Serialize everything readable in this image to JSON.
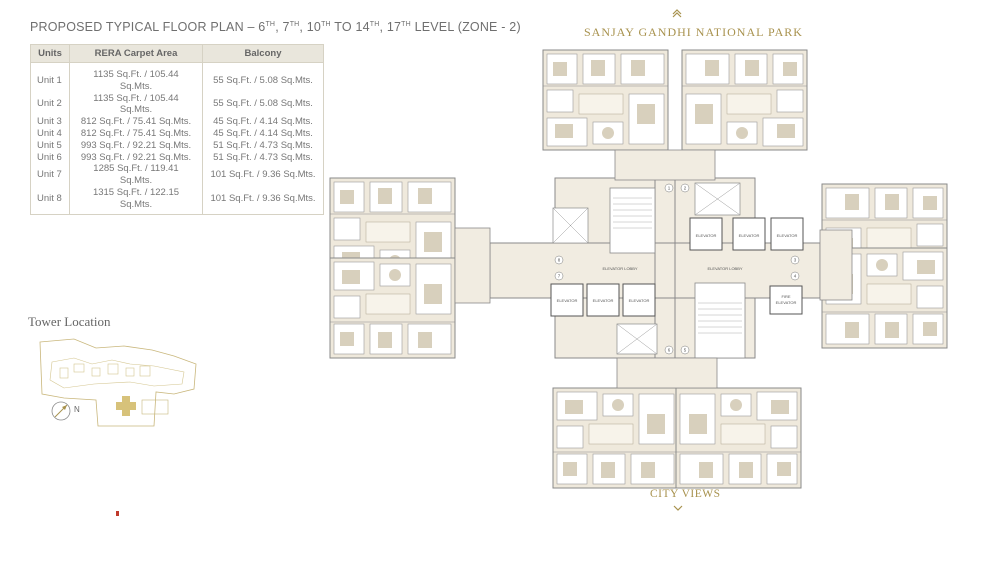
{
  "title": {
    "prefix": "PROPOSED TYPICAL FLOOR PLAN – 6",
    "sup1": "TH",
    "part2": ", 7",
    "sup2": "TH",
    "part3": ", 10",
    "sup3": "TH",
    "part4": " TO 14",
    "sup4": "TH",
    "part5": ", 17",
    "sup5": "TH",
    "suffix": " LEVEL (ZONE - 2)"
  },
  "table": {
    "headers": [
      "Units",
      "RERA Carpet Area",
      "Balcony"
    ],
    "rows": [
      {
        "unit": "Unit 1",
        "carpet": "1135 Sq.Ft. / 105.44 Sq.Mts.",
        "balcony": "55 Sq.Ft. / 5.08 Sq.Mts."
      },
      {
        "unit": "Unit 2",
        "carpet": "1135 Sq.Ft. / 105.44 Sq.Mts.",
        "balcony": "55 Sq.Ft. / 5.08 Sq.Mts."
      },
      {
        "unit": "Unit 3",
        "carpet": "812 Sq.Ft. / 75.41 Sq.Mts.",
        "balcony": "45 Sq.Ft. / 4.14 Sq.Mts."
      },
      {
        "unit": "Unit 4",
        "carpet": "812 Sq.Ft. / 75.41 Sq.Mts.",
        "balcony": "45 Sq.Ft. / 4.14 Sq.Mts."
      },
      {
        "unit": "Unit 5",
        "carpet": "993 Sq.Ft. / 92.21 Sq.Mts.",
        "balcony": "51 Sq.Ft. / 4.73 Sq.Mts."
      },
      {
        "unit": "Unit 6",
        "carpet": "993 Sq.Ft. / 92.21 Sq.Mts.",
        "balcony": "51 Sq.Ft. / 4.73 Sq.Mts."
      },
      {
        "unit": "Unit 7",
        "carpet": "1285 Sq.Ft. / 119.41 Sq.Mts.",
        "balcony": "101 Sq.Ft. / 9.36 Sq.Mts."
      },
      {
        "unit": "Unit 8",
        "carpet": "1315 Sq.Ft. / 122.15 Sq.Mts.",
        "balcony": "101 Sq.Ft. / 9.36 Sq.Mts."
      }
    ]
  },
  "orientation": {
    "north": "SANJAY GANDHI NATIONAL PARK",
    "south": "CITY VIEWS"
  },
  "tower_location": {
    "label": "Tower Location",
    "north_marker": "N"
  },
  "plan_labels": {
    "elevator": "ELEVATOR",
    "fire_elevator_1": "FIRE",
    "fire_elevator_2": "ELEVATOR",
    "elevator_lobby": "ELEVATOR LOBBY",
    "unit_numbers": [
      "1",
      "2",
      "3",
      "4",
      "5",
      "6",
      "7",
      "8"
    ]
  },
  "colors": {
    "accent_gold": "#a8924e",
    "beige": "#efe9dc",
    "furniture": "#d8d0bd",
    "wall": "#8a8a8a"
  }
}
